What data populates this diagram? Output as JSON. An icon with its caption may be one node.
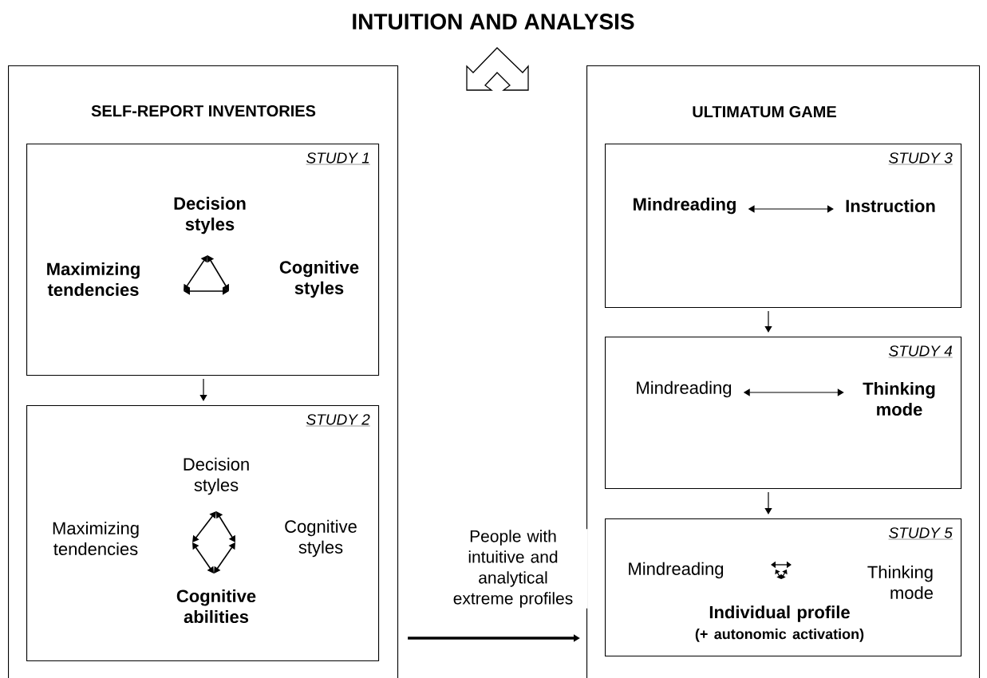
{
  "diagram": {
    "title": "INTUITION AND ANALYSIS",
    "nodes": [
      {
        "text": [
          "SELF-REPORT INVENTORIES"
        ]
      },
      {
        "text": [
          "STUDY 1"
        ],
        "in": 0
      },
      {
        "text": [
          "Decision styles"
        ],
        "in": 1
      },
      {
        "text": [
          "Maximizing tendencies"
        ],
        "in": 1
      },
      {
        "text": [
          "Cognitive styles"
        ],
        "in": 1
      },
      {
        "text": [
          "STUDY 2"
        ],
        "in": 0
      },
      {
        "text": [
          "Decision styles"
        ],
        "in": 5
      },
      {
        "text": [
          "Maximizing tendencies"
        ],
        "in": 5
      },
      {
        "text": [
          "Cognitive styles"
        ],
        "in": 5
      },
      {
        "text": [
          "Cognitive abilities"
        ],
        "in": 5
      },
      {
        "text": [
          "ULTIMATUM GAME"
        ]
      },
      {
        "text": [
          "STUDY 3"
        ],
        "in": 10
      },
      {
        "text": [
          "Mindreading"
        ],
        "in": 11
      },
      {
        "text": [
          "Instruction"
        ],
        "in": 11
      },
      {
        "text": [
          "STUDY 4"
        ],
        "in": 10
      },
      {
        "text": [
          "Mindreading"
        ],
        "in": 14
      },
      {
        "text": [
          "Thinking mode"
        ],
        "in": 14
      },
      {
        "text": [
          "STUDY 5"
        ],
        "in": 10
      },
      {
        "text": [
          "Mindreading"
        ],
        "in": 17
      },
      {
        "text": [
          "Thinking mode"
        ],
        "in": 17
      },
      {
        "text": [
          "Individual profile",
          "(+ autonomic activation)"
        ],
        "in": 17
      }
    ],
    "edges": [
      {
        "from": 1,
        "to": 5,
        "arrow": "to"
      },
      {
        "from": 11,
        "to": 14,
        "arrow": "to"
      },
      {
        "from": 14,
        "to": 17,
        "arrow": "to"
      },
      {
        "from": 12,
        "to": 13,
        "arrow": "both"
      },
      {
        "from": 15,
        "to": 16,
        "arrow": "both"
      },
      {
        "from": 0,
        "to": 10,
        "arrow": "to",
        "label": "People with intuitive and analytical extreme profiles",
        "style": "thick"
      }
    ]
  }
}
